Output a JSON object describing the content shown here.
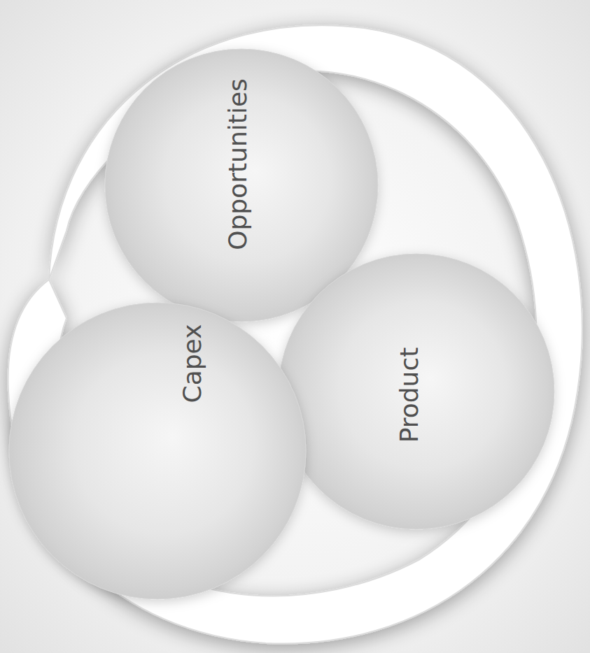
{
  "diagram": {
    "nodes": [
      {
        "text": [
          "Opportunities"
        ]
      },
      {
        "text": [
          "Capex"
        ]
      },
      {
        "text": [
          "Product"
        ]
      }
    ]
  }
}
